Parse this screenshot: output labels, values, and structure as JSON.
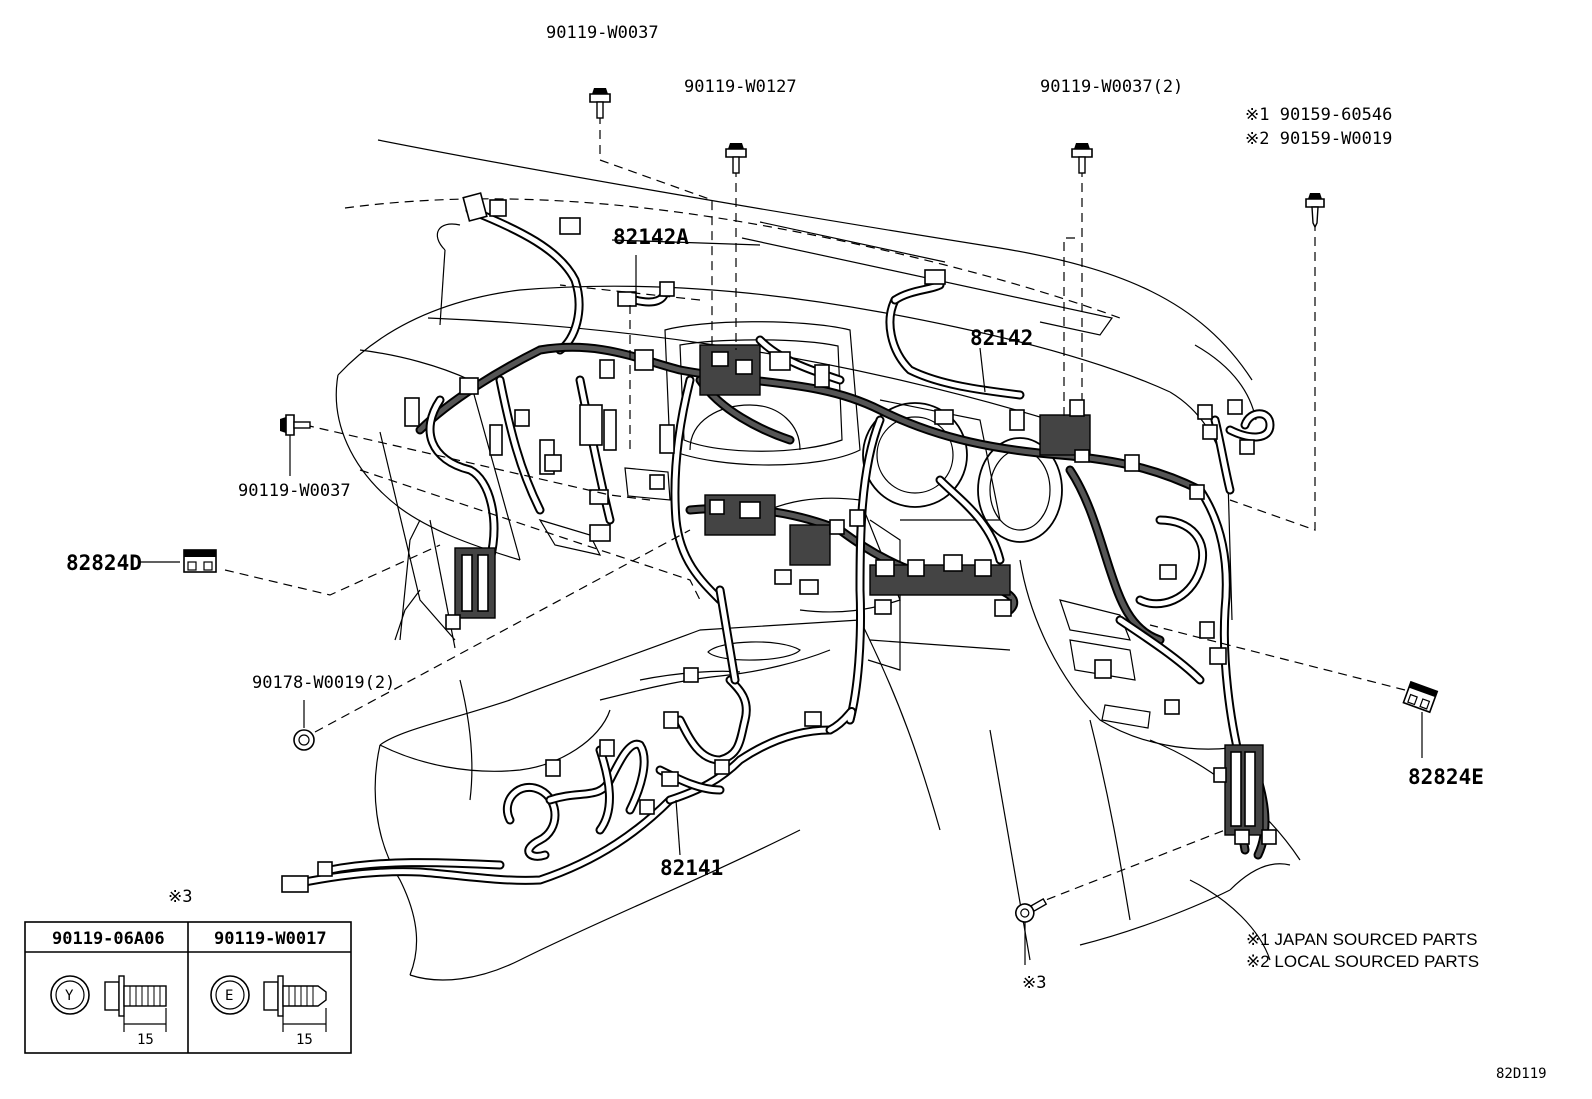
{
  "labels": {
    "bolt_top_left": "90119-W0037",
    "bolt_top_center": "90119-W0127",
    "bolt_top_right": "90119-W0037(2)",
    "screw_japan": "※1 90159-60546",
    "screw_local": "※2 90159-W0019",
    "harness_center_upper": "82142A",
    "harness_main": "82142",
    "bolt_left": "90119-W0037",
    "relay_left": "82824D",
    "nut_left": "90178-W0019(2)",
    "relay_right": "82824E",
    "harness_console": "82141",
    "bolt_bottom_mark": "※3"
  },
  "legend_table": {
    "mark": "※3",
    "col1_part": "90119-06A06",
    "col1_head_letter": "Y",
    "col1_length": "15",
    "col2_part": "90119-W0017",
    "col2_head_letter": "E",
    "col2_length": "15"
  },
  "notes": {
    "note1": "※1 JAPAN SOURCED PARTS",
    "note2": "※2 LOCAL SOURCED PARTS"
  },
  "diagram_ref": "82D119"
}
